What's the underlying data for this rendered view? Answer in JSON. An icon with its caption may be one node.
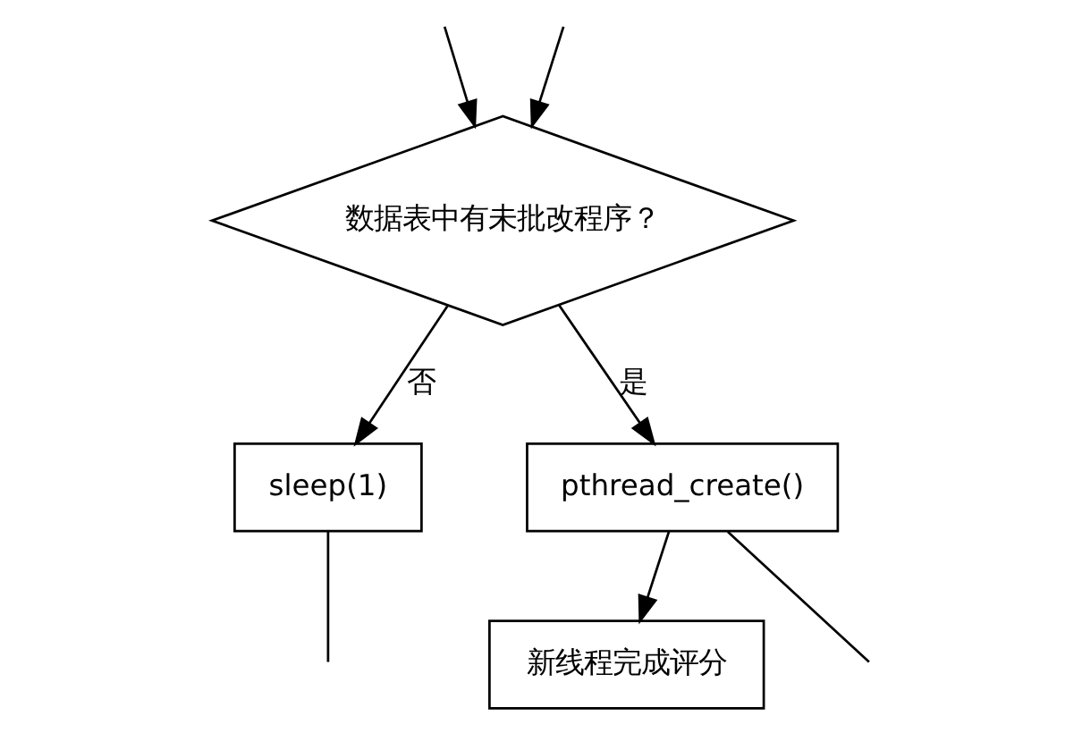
{
  "diagram": {
    "nodes": [
      {
        "text": [
          "数据表中有未批改程序？"
        ]
      },
      {
        "text": [
          "sleep(1)"
        ]
      },
      {
        "text": [
          "pthread_create()"
        ]
      },
      {
        "text": [
          "新线程完成评分"
        ]
      }
    ],
    "edges": [
      {
        "from": null,
        "to": 0,
        "arrow": "to"
      },
      {
        "from": 0,
        "to": 1,
        "arrow": "to",
        "label": "否"
      },
      {
        "from": 0,
        "to": 2,
        "arrow": "to",
        "label": "是"
      },
      {
        "from": 2,
        "to": 3,
        "arrow": "to"
      },
      {
        "from": null,
        "to": 0,
        "arrow": "to"
      },
      {
        "from": 1,
        "to": null,
        "arrow": "none"
      },
      {
        "from": 2,
        "to": null,
        "arrow": "none"
      }
    ]
  }
}
